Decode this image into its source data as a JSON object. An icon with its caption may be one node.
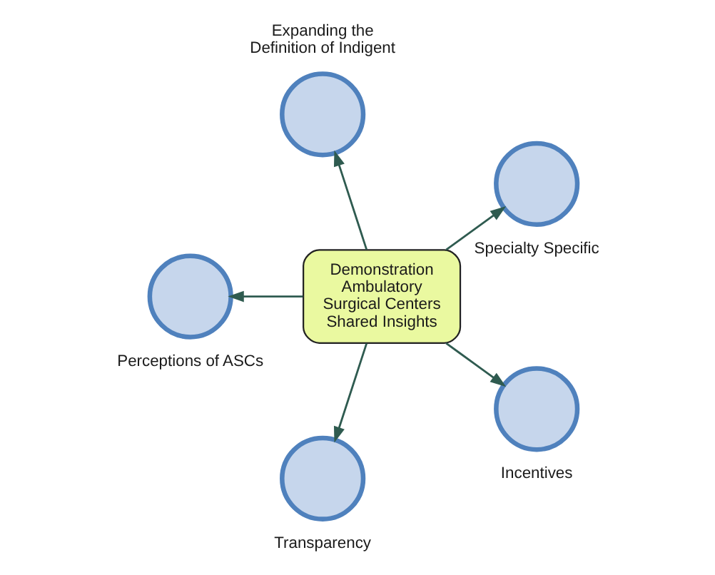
{
  "diagram": {
    "nodes": [
      {
        "text": [
          "Expanding the Definition of Indigent"
        ]
      },
      {
        "text": [
          "Perceptions of ASCs"
        ]
      },
      {
        "text": [
          "Demonstration Ambulatory Surgical Centers Shared Insights"
        ]
      },
      {
        "text": [
          "Specialty Specific"
        ]
      },
      {
        "text": [
          "Transparency"
        ]
      },
      {
        "text": [
          "Incentives"
        ]
      }
    ],
    "edges": [
      {
        "from": 2,
        "to": 3,
        "arrow": "to"
      },
      {
        "from": 2,
        "to": 0,
        "arrow": "to"
      },
      {
        "from": 2,
        "to": 1,
        "arrow": "to"
      },
      {
        "from": 2,
        "to": 4,
        "arrow": "to"
      },
      {
        "from": 2,
        "to": 5,
        "arrow": "to"
      }
    ]
  }
}
